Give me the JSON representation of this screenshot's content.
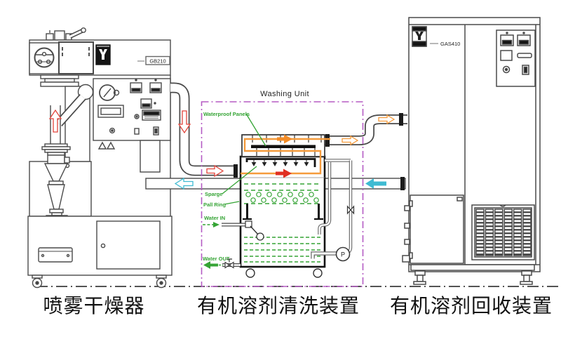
{
  "diagram": {
    "washing_unit_title": "Washing Unit",
    "labels": {
      "waterproof_panels": "Waterproof Panels",
      "sparge": "Sparge",
      "pall_ring": "Pall Ring",
      "water_in": "Water IN",
      "water_out": "Water OUT",
      "pump": "P"
    },
    "models": {
      "spray_dryer": "GB210",
      "recovery_unit": "GAS410"
    },
    "captions": {
      "spray_dryer": "喷雾干燥器",
      "washing_unit": "有机溶剂清洗装置",
      "recovery_unit": "有机溶剂回收装置"
    },
    "colors": {
      "line": "#4A4A4A",
      "flow_orange": "#F59B3C",
      "hot_red": "#E2453C",
      "return_cyan": "#3FBBD2",
      "label_green": "#35A435",
      "boundary_purple": "#B55BC4"
    }
  }
}
